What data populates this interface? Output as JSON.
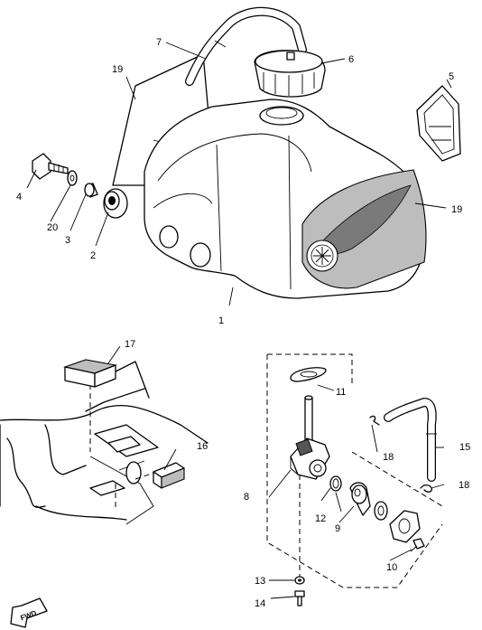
{
  "callouts": [
    {
      "id": "c1",
      "text": "1"
    },
    {
      "id": "c2",
      "text": "2"
    },
    {
      "id": "c3",
      "text": "3"
    },
    {
      "id": "c4",
      "text": "4"
    },
    {
      "id": "c5",
      "text": "5"
    },
    {
      "id": "c6",
      "text": "6"
    },
    {
      "id": "c7",
      "text": "7"
    },
    {
      "id": "c8",
      "text": "8"
    },
    {
      "id": "c9",
      "text": "9"
    },
    {
      "id": "c10",
      "text": "10"
    },
    {
      "id": "c11",
      "text": "11"
    },
    {
      "id": "c12",
      "text": "12"
    },
    {
      "id": "c13",
      "text": "13"
    },
    {
      "id": "c14",
      "text": "14"
    },
    {
      "id": "c15",
      "text": "15"
    },
    {
      "id": "c16",
      "text": "16"
    },
    {
      "id": "c17",
      "text": "17"
    },
    {
      "id": "c18a",
      "text": "18"
    },
    {
      "id": "c18b",
      "text": "18"
    },
    {
      "id": "c19a",
      "text": "19"
    },
    {
      "id": "c19b",
      "text": "19"
    },
    {
      "id": "c20",
      "text": "20"
    }
  ],
  "fwd_marker": {
    "text": "FWD"
  }
}
